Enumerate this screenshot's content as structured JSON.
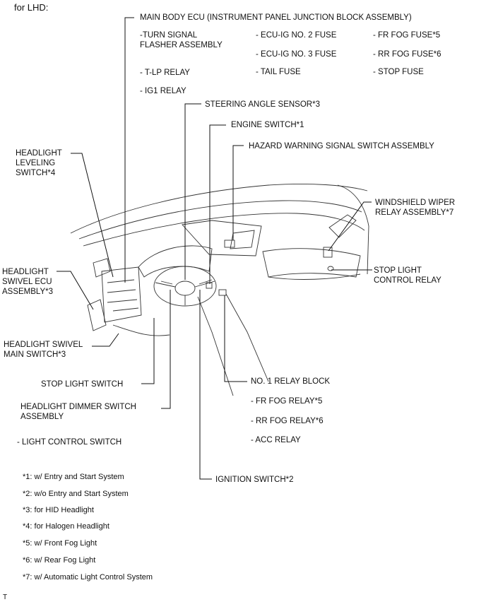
{
  "header": {
    "title": "for LHD:"
  },
  "callouts": {
    "main_body_ecu": "MAIN BODY ECU (INSTRUMENT PANEL JUNCTION BLOCK ASSEMBLY)",
    "turn_signal": "-TURN SIGNAL\nFLASHER ASSEMBLY",
    "ecu_ig2": "- ECU-IG NO. 2 FUSE",
    "fr_fog_fuse": "- FR FOG FUSE*5",
    "ecu_ig3": "- ECU-IG NO. 3 FUSE",
    "rr_fog_fuse": "- RR FOG FUSE*6",
    "tlp_relay": "- T-LP RELAY",
    "tail_fuse": "- TAIL FUSE",
    "stop_fuse": "- STOP FUSE",
    "ig1_relay": "- IG1 RELAY",
    "steering_angle": "STEERING ANGLE SENSOR*3",
    "engine_switch": "ENGINE SWITCH*1",
    "hazard": "HAZARD WARNING SIGNAL SWITCH ASSEMBLY",
    "headlight_leveling": "HEADLIGHT\nLEVELING\nSWITCH*4",
    "wiper_relay": "WINDSHIELD WIPER\nRELAY ASSEMBLY*7",
    "swivel_ecu": "HEADLIGHT\nSWIVEL ECU\nASSEMBLY*3",
    "stop_light_control": "STOP LIGHT\nCONTROL RELAY",
    "swivel_main": "HEADLIGHT SWIVEL\nMAIN SWITCH*3",
    "stop_light_switch": "STOP LIGHT SWITCH",
    "relay_block": "NO. 1 RELAY BLOCK",
    "dimmer_switch": "HEADLIGHT DIMMER SWITCH\nASSEMBLY",
    "fr_fog_relay": "- FR FOG RELAY*5",
    "rr_fog_relay": "- RR FOG RELAY*6",
    "acc_relay": "- ACC RELAY",
    "light_control": "- LIGHT CONTROL SWITCH",
    "ignition_switch": "IGNITION SWITCH*2"
  },
  "notes": [
    "*1: w/ Entry and Start System",
    "*2: w/o Entry and Start System",
    "*3: for HID Headlight",
    "*4: for Halogen Headlight",
    "*5: w/ Front Fog Light",
    "*6: w/ Rear Fog Light",
    "*7: w/ Automatic Light Control System"
  ],
  "footer": {
    "code": "T"
  }
}
